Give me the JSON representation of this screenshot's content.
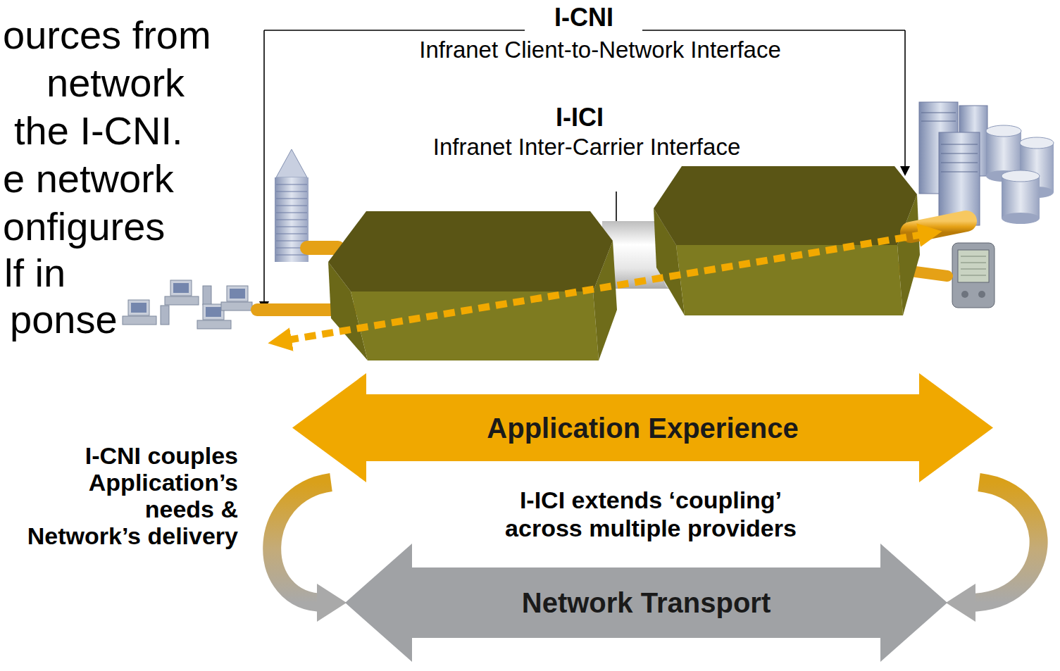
{
  "diagram": {
    "nodes": [
      {
        "text": [
          "Application Experience"
        ]
      },
      {
        "text": [
          "Network Transport"
        ]
      }
    ],
    "edges": [
      {
        "from": 0,
        "to": 1,
        "arrow": "to"
      },
      {
        "from": 0,
        "to": 1,
        "arrow": "to"
      }
    ],
    "labels": [
      "ources from",
      "network",
      "the I-CNI.",
      "e network",
      "onfigures",
      "lf in",
      "ponse",
      "I-CNI",
      "Infranet Client-to-Network Interface",
      "I-ICI",
      "Infranet Inter-Carrier Interface",
      "I-CNI couples Application’s needs & Network’s delivery",
      "I-ICI extends ‘coupling’ across multiple providers"
    ]
  }
}
